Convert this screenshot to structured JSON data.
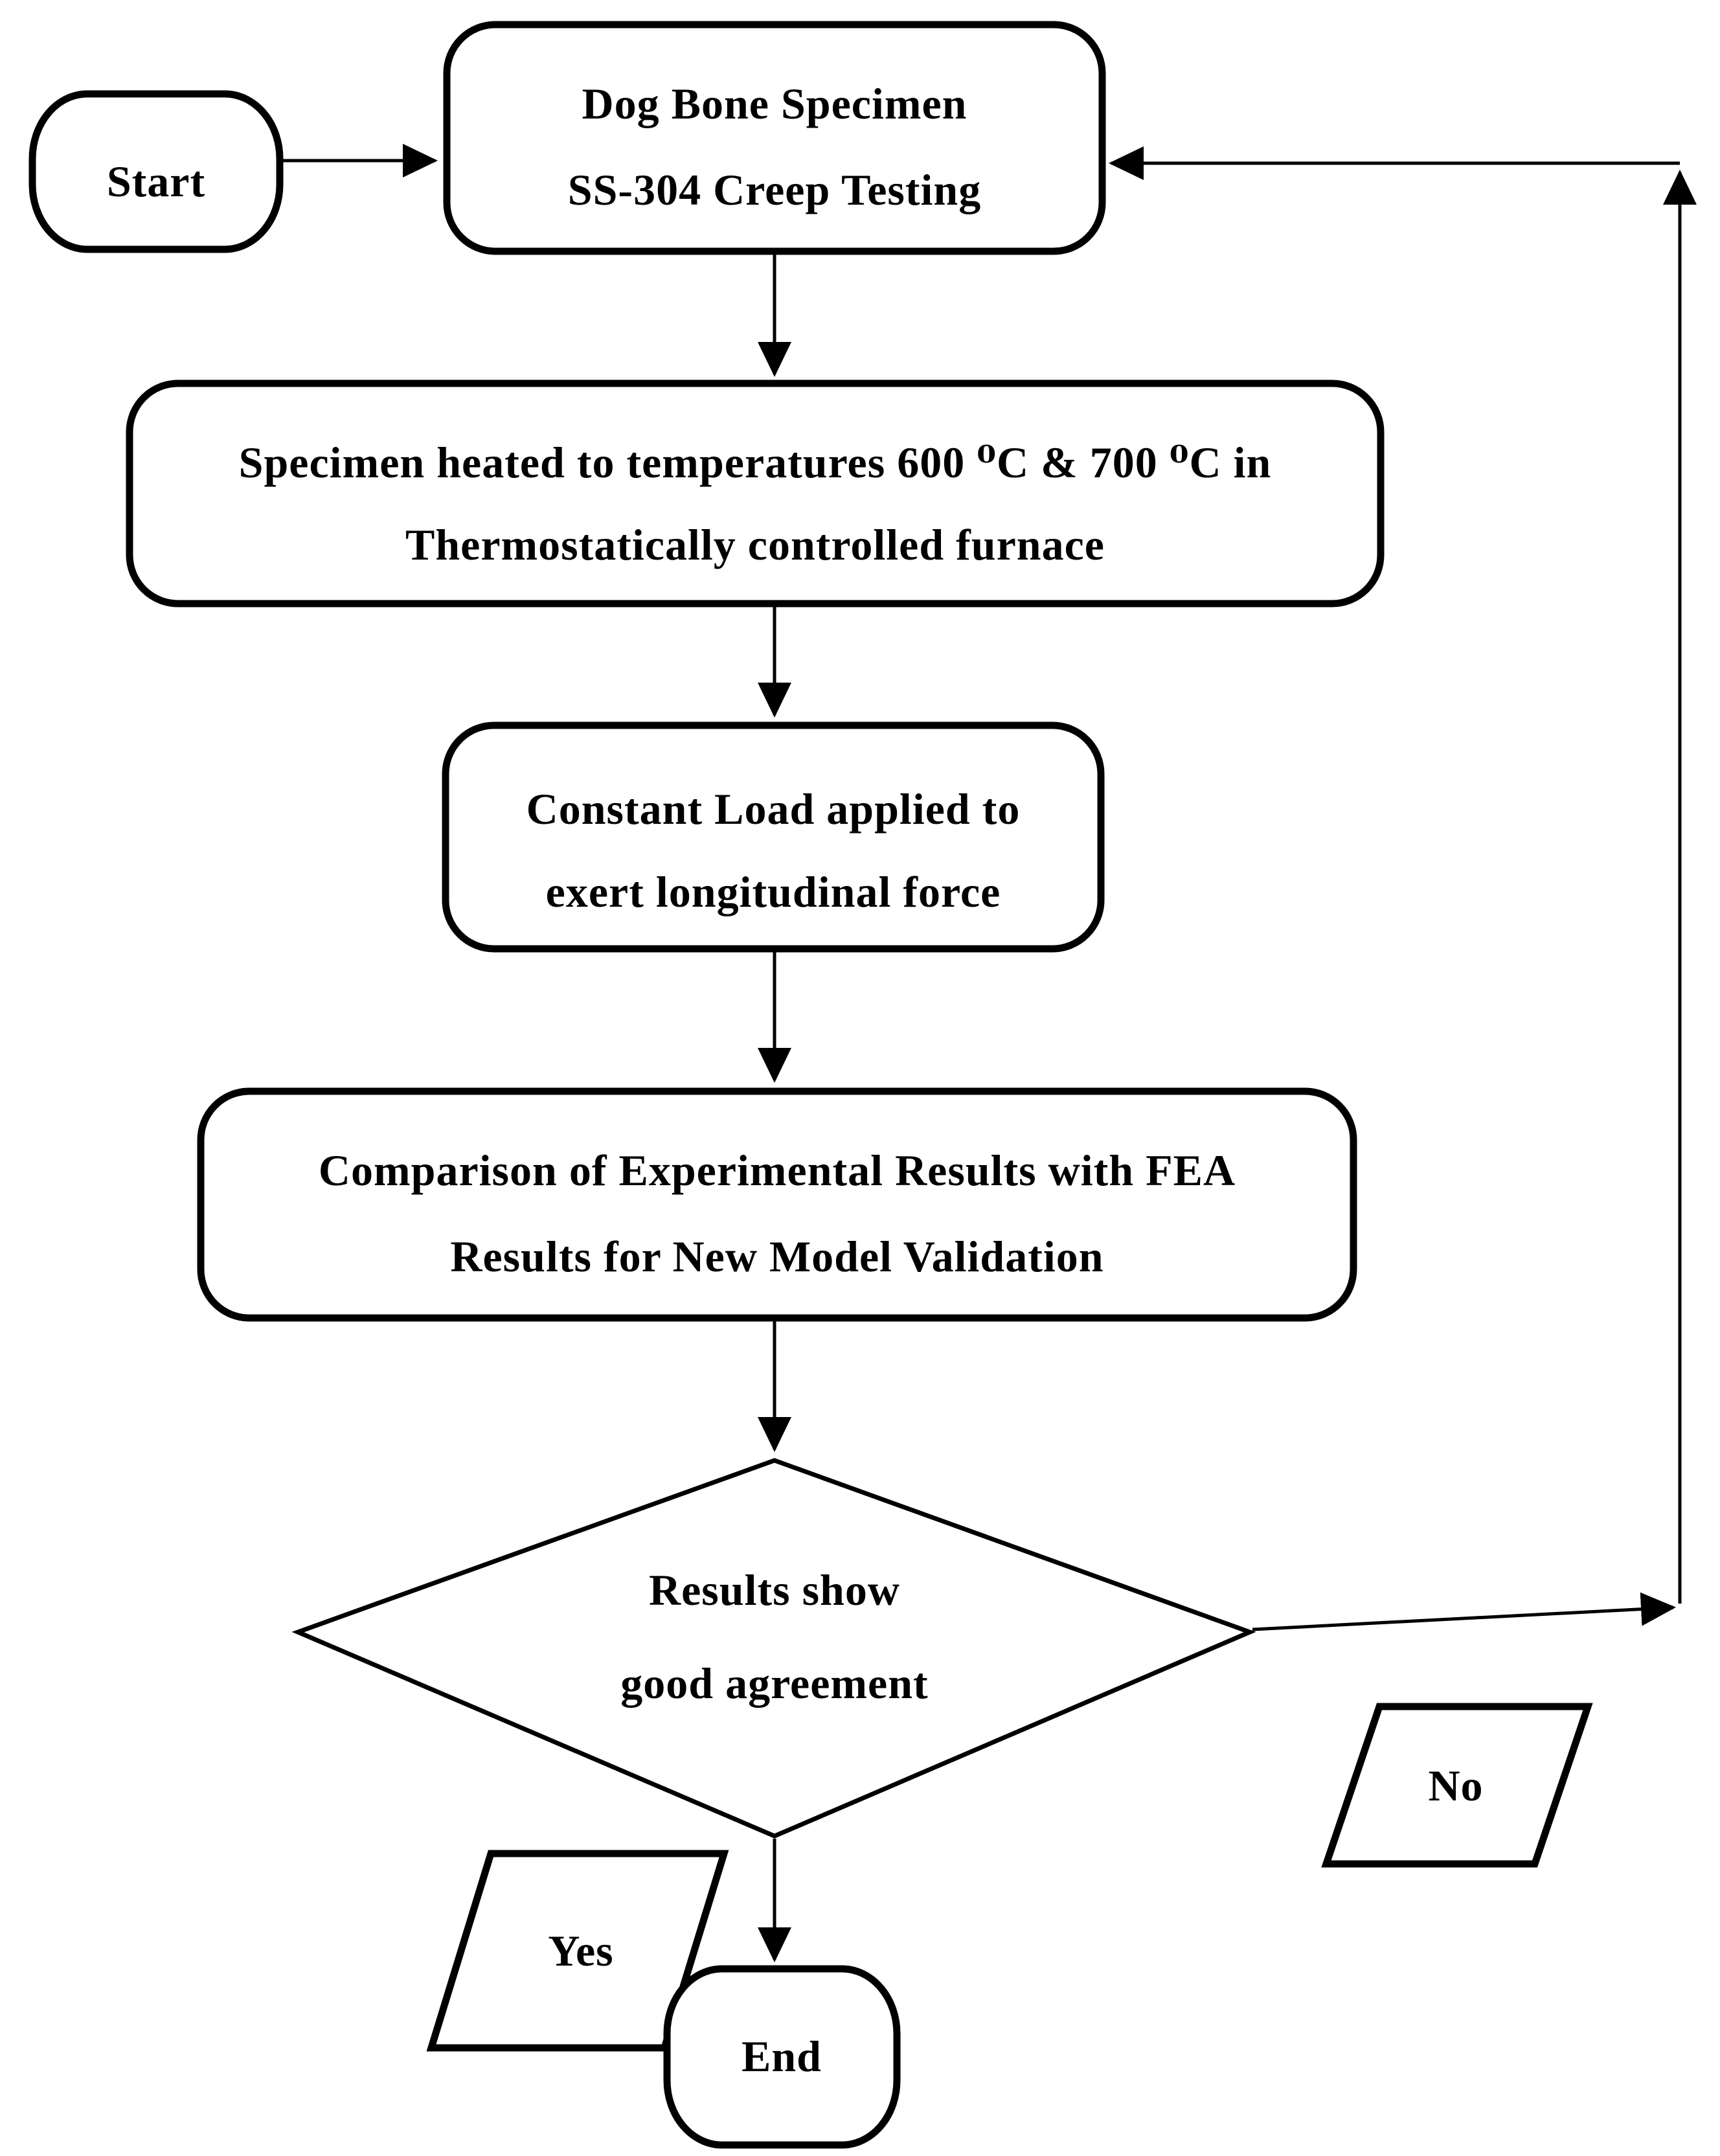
{
  "flowchart": {
    "nodes": {
      "start": {
        "label": "Start"
      },
      "specimen": {
        "line1": "Dog Bone Specimen",
        "line2": "SS-304 Creep Testing"
      },
      "heating": {
        "line1": "Specimen heated to temperatures 600 ⁰C & 700 ⁰C in",
        "line2": "Thermostatically controlled furnace"
      },
      "load": {
        "line1": "Constant Load applied to",
        "line2": "exert longitudinal force"
      },
      "comparison": {
        "line1": "Comparison of Experimental Results with FEA",
        "line2": "Results for New Model Validation"
      },
      "decision": {
        "line1": "Results show",
        "line2": "good agreement"
      },
      "yes_branch": {
        "label": "Yes"
      },
      "no_branch": {
        "label": "No"
      },
      "end": {
        "label": "End"
      }
    },
    "colors": {
      "stroke": "#000000",
      "fill": "#ffffff",
      "background": "#ffffff"
    }
  }
}
